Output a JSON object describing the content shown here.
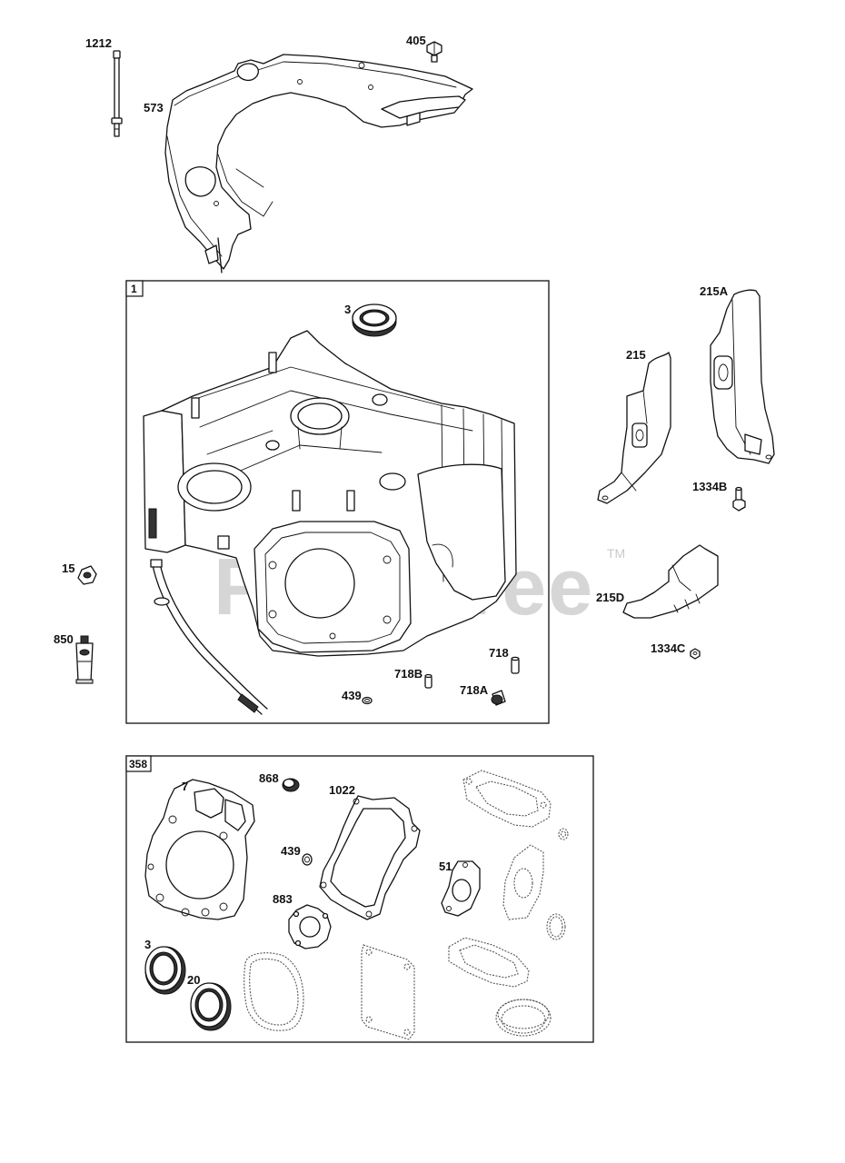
{
  "watermark": {
    "text": "PartsTree",
    "tm": "TM"
  },
  "boxes": {
    "engine_block_tag": "1",
    "gasket_set_tag": "358"
  },
  "labels": {
    "p1212": "1212",
    "p405": "405",
    "p573": "573",
    "p3_top": "3",
    "p215A": "215A",
    "p215": "215",
    "p1334B": "1334B",
    "p15": "15",
    "p215D": "215D",
    "p850": "850",
    "p1334C": "1334C",
    "p718": "718",
    "p718B": "718B",
    "p718A": "718A",
    "p439_top": "439",
    "p7": "7",
    "p868": "868",
    "p1022": "1022",
    "p439_bot": "439",
    "p51": "51",
    "p883": "883",
    "p3_bot": "3",
    "p20": "20"
  },
  "icons": [
    "bolt-icon",
    "nut-icon",
    "seal-ring-icon",
    "sealant-tube-icon",
    "gasket-icon",
    "dowel-pin-icon",
    "shield-bracket-icon",
    "engine-block-icon",
    "dipstick-tube-icon",
    "baffle-plate-icon"
  ]
}
